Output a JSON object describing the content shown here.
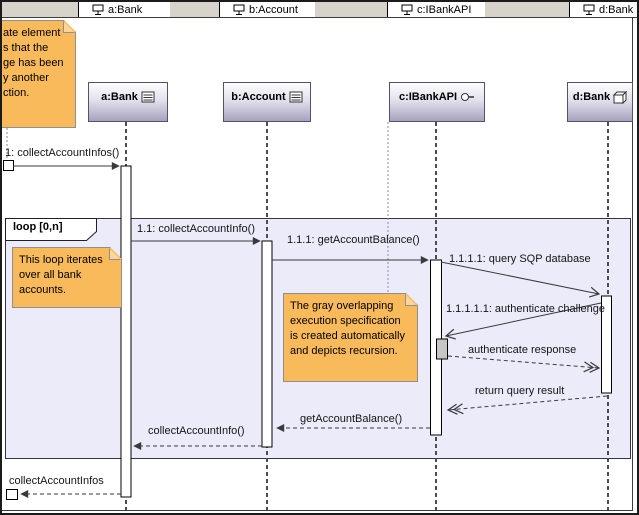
{
  "topbar": {
    "tabs": [
      {
        "label": "a:Bank"
      },
      {
        "label": "b:Account"
      },
      {
        "label": "c:IBankAPI"
      },
      {
        "label": "d:Bank"
      }
    ]
  },
  "lifelines": [
    {
      "head_label": "a:Bank",
      "head_icon": "class-icon"
    },
    {
      "head_label": "b:Account",
      "head_icon": "class-icon"
    },
    {
      "head_label": "c:IBankAPI",
      "head_icon": "interface-lollipop-icon"
    },
    {
      "head_label": "d:Bank",
      "head_icon": "node-cube-icon"
    }
  ],
  "fragment": {
    "label": "loop [0,n]"
  },
  "messages": [
    {
      "label": "1: collectAccountInfos()",
      "kind": "sync-call"
    },
    {
      "label": "1.1: collectAccountInfo()",
      "kind": "sync-call"
    },
    {
      "label": "1.1.1: getAccountBalance()",
      "kind": "sync-call"
    },
    {
      "label": "1.1.1.1: query SQP database",
      "kind": "async-call"
    },
    {
      "label": "1.1.1.1.1: authenticate challenge",
      "kind": "async-call"
    },
    {
      "label": "authenticate response",
      "kind": "async-reply"
    },
    {
      "label": "return query result",
      "kind": "async-reply"
    },
    {
      "label": "getAccountBalance()",
      "kind": "reply"
    },
    {
      "label": "collectAccountInfo()",
      "kind": "reply"
    },
    {
      "label": "collectAccountInfos",
      "kind": "reply"
    }
  ],
  "notes": [
    {
      "text": "ate element\ns that the\nge has been\ny another\nction.",
      "clipped_at_left_edge": true
    },
    {
      "text": "This loop iterates\nover all bank\naccounts."
    },
    {
      "text": "The gray overlapping\nexecution specification\nis created automatically\nand depicts recursion."
    }
  ],
  "colors": {
    "note_fill": "#F8BA5A",
    "fragment_fill": "#EBEBFA",
    "head_gradient_bottom": "#A6A2BF",
    "topbar_gray": "#D7D3CB",
    "recursion_exec_gray": "#C6C6C6"
  }
}
